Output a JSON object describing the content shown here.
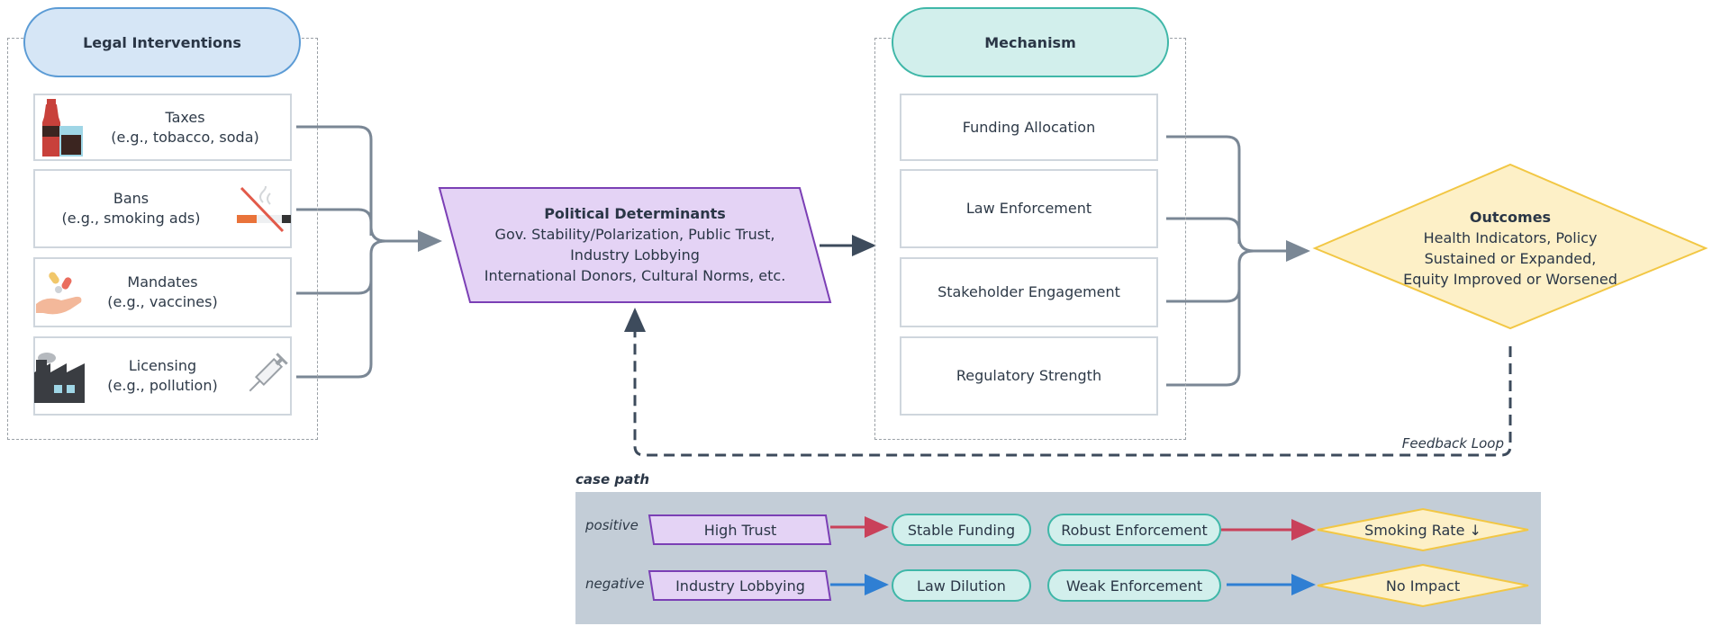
{
  "legal": {
    "header": "Legal Interventions",
    "items": [
      {
        "title": "Taxes",
        "example": "(e.g., tobacco, soda)",
        "icon": "soda-bottle-icon"
      },
      {
        "title": "Bans",
        "example": "(e.g., smoking ads)",
        "icon": "no-smoking-icon"
      },
      {
        "title": "Mandates",
        "example": "(e.g., vaccines)",
        "icon": "pills-hand-icon"
      },
      {
        "title": "Licensing",
        "example": "(e.g., pollution)",
        "icon": "factory-icon"
      }
    ],
    "extra_icon": "syringe-icon"
  },
  "political": {
    "title": "Political Determinants",
    "line1": "Gov. Stability/Polarization, Public Trust,",
    "line2": "Industry Lobbying",
    "line3": "International Donors, Cultural Norms, etc."
  },
  "mechanism": {
    "header": "Mechanism",
    "items": [
      "Funding Allocation",
      "Law Enforcement",
      "Stakeholder Engagement",
      "Regulatory Strength"
    ]
  },
  "outcomes": {
    "title": "Outcomes",
    "line1": "Health Indicators, Policy",
    "line2": "Sustained or Expanded,",
    "line3": "Equity Improved or Worsened"
  },
  "feedback_label": "Feedback Loop",
  "case": {
    "title": "case path",
    "positive": {
      "label": "positive",
      "determinant": "High Trust",
      "mech1": "Stable Funding",
      "mech2": "Robust Enforcement",
      "outcome": "Smoking Rate ↓"
    },
    "negative": {
      "label": "negative",
      "determinant": "Industry Lobbying",
      "mech1": "Law Dilution",
      "mech2": "Weak Enforcement",
      "outcome": "No Impact"
    }
  },
  "colors": {
    "connector": "#7a8795",
    "arrow_dark": "#3d4b5c",
    "positive_arrow": "#c9415a",
    "negative_arrow": "#2f7fd3",
    "purple_fill": "#e4d3f5",
    "purple_stroke": "#7b3fb5",
    "yellow_fill": "#fdf0c7",
    "yellow_stroke": "#f2c744"
  }
}
